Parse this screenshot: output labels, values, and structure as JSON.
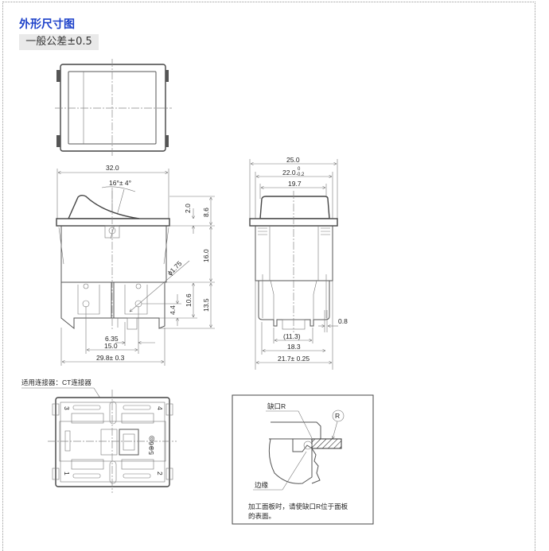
{
  "header": {
    "title": "外形尺寸图",
    "tolerance": "一般公差±0.5"
  },
  "front_view": {
    "width": "32.0",
    "angle": "16°± 4°",
    "dim_top": "2.0",
    "dim_height": "8.6",
    "dim_body": "16.0",
    "dim_diameter": "ϕ1.75",
    "dim_10_6": "10.6",
    "dim_13_5": "13.5",
    "dim_4_4": "4.4",
    "dim_6_35": "6.35",
    "dim_15": "15.0",
    "dim_bottom": "29.8± 0.3"
  },
  "side_view": {
    "dim_25": "25.0",
    "dim_22": "22.0",
    "dim_22_tol_upper": "0",
    "dim_22_tol_lower": "-0.2",
    "dim_19_7": "19.7",
    "dim_0_8": "0.8",
    "dim_11_3": "(11.3)",
    "dim_18_3": "18.3",
    "dim_21_7": "21.7± 0.25"
  },
  "bottom_view": {
    "connector_label": "适用连接器：CT连接器",
    "terminals": [
      "1",
      "2",
      "3",
      "4"
    ],
    "terminal_56": "5⊕6◎"
  },
  "detail": {
    "notch_label": "缺口R",
    "r_symbol": "R",
    "edge_label": "边缘",
    "note_line1": "加工面板时，请使缺口R位于面板",
    "note_line2": "的表面。"
  }
}
